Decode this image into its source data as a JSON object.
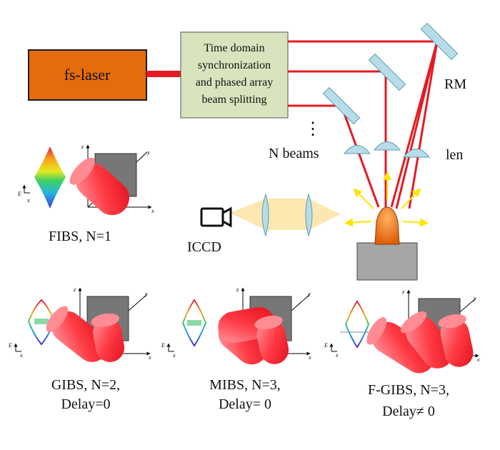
{
  "laser": {
    "label": "fs-laser"
  },
  "splitter": {
    "lines": [
      "Time domain",
      "synchronization",
      "and phased array",
      "beam splitting"
    ]
  },
  "labels": {
    "rm": "RM",
    "len": "len",
    "n_beams": "N beams",
    "dots": "⋮",
    "iccd": "ICCD"
  },
  "axes": {
    "x": "x",
    "y": "y",
    "z": "z",
    "e": "E"
  },
  "panels": [
    {
      "line1": "FIBS, N=1",
      "line2": ""
    },
    {
      "line1": "GIBS, N=2,",
      "line2": "Delay=0"
    },
    {
      "line1": "MIBS, N=3,",
      "line2": "Delay= 0"
    },
    {
      "line1": "F-GIBS, N=3,",
      "line2": "Delay≠ 0"
    }
  ],
  "colors": {
    "laser_fill": "#e46c0a",
    "splitter_fill": "#d7e4bd",
    "beam": "#e31b23",
    "mirror": "#b7dde8",
    "plasma": "#e46c0a",
    "target": "#a6a6a6",
    "light_cone": "#fce4a8",
    "arrow": "#ffe400"
  }
}
